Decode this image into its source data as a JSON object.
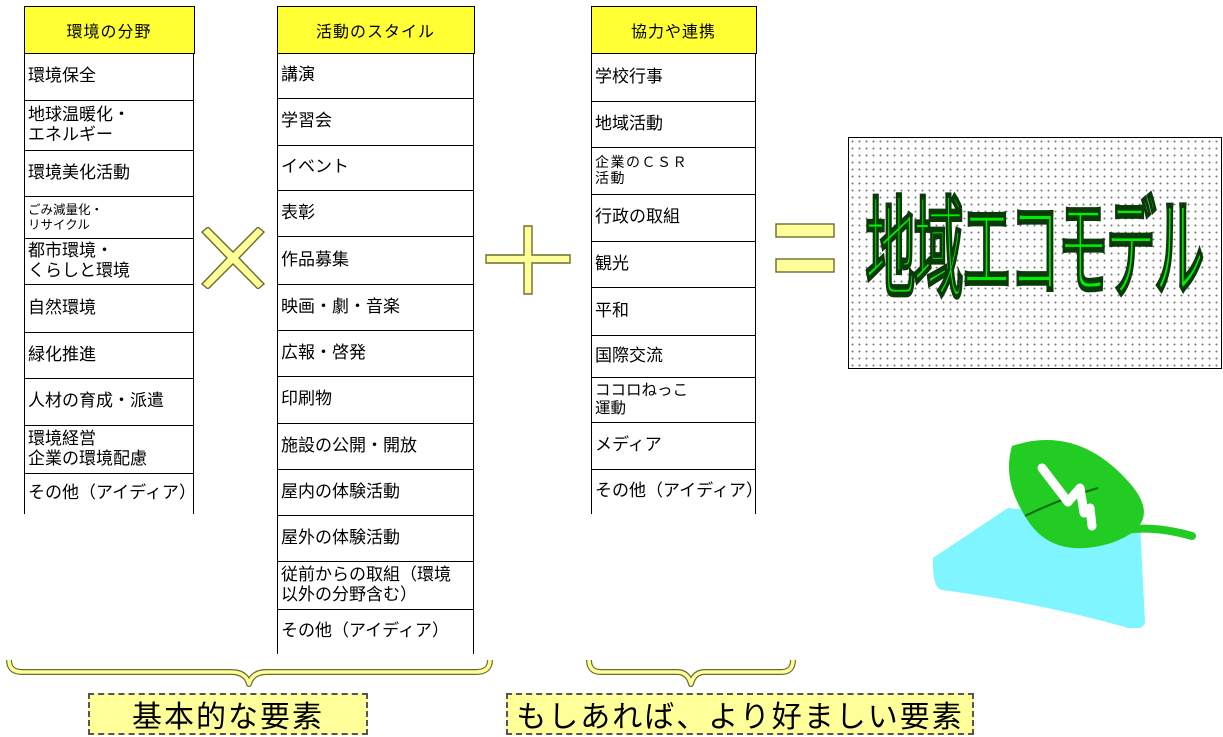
{
  "columns": [
    {
      "header": "環境の分野",
      "items": [
        "環境保全",
        "地球温暖化・\nエネルギー",
        "環境美化活動",
        "ごみ減量化・\nリサイクル",
        "都市環境・\nくらしと環境",
        "自然環境",
        "緑化推進",
        "人材の育成・派遣",
        "環境経営\n企業の環境配慮",
        "その他（アイディア）"
      ]
    },
    {
      "header": "活動のスタイル",
      "items": [
        "講演",
        "学習会",
        "イベント",
        "表彰",
        "作品募集",
        "映画・劇・音楽",
        "広報・啓発",
        "印刷物",
        "施設の公開・開放",
        "屋内の体験活動",
        "屋外の体験活動",
        "従前からの取組（環境\n以外の分野含む）",
        "その他（アイディア）"
      ]
    },
    {
      "header": "協力や連携",
      "items": [
        "学校行事",
        "地域活動",
        "企業のＣＳＲ\n活動",
        "行政の取組",
        "観光",
        "平和",
        "国際交流",
        "ココロねっこ\n運動",
        "メディア",
        "その他（アイディア）"
      ]
    }
  ],
  "operators": {
    "times": "×",
    "plus": "＋",
    "equals": "＝"
  },
  "result": {
    "title": "地域エコモデル"
  },
  "labels": {
    "basic": "基本的な要素",
    "optional": "もしあれば、より好ましい要素"
  },
  "colors": {
    "header_fill": "#ffff33",
    "operator_fill": "#ffff99",
    "result_text": "#00ee00",
    "leaf_green": "#22cc22",
    "leaf_cyan": "#7ff5ff"
  }
}
